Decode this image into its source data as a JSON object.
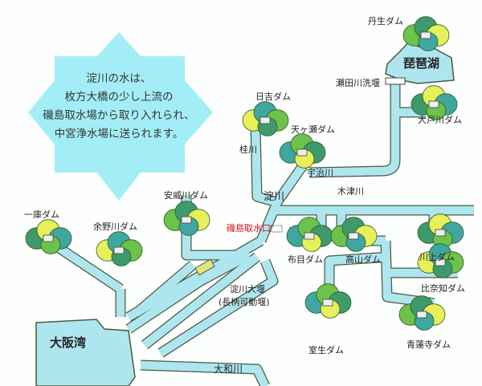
{
  "message": {
    "lines": [
      "淀川の水は、",
      "枚方大橋の少し上流の",
      "磯島取水場から取り入れられ、",
      "中宮浄水場に送られます。"
    ]
  },
  "colors": {
    "water": "#aee6f0",
    "star": "#a3eef6",
    "intake": "#e0101a",
    "tree_dark": "#3e9a6a",
    "tree_green": "#6cc24a",
    "tree_yellow": "#e7ef5a",
    "tree_teal": "#3fa7a0"
  },
  "labels": {
    "biwa_lake": "琵琶湖",
    "osaka_bay": "大阪湾",
    "nyu_dam": "丹生ダム",
    "seta_weir": "瀬田川洗堰",
    "daido_dam": "大戸川ダム",
    "hiyoshi_dam": "日吉ダム",
    "amagase_dam": "天ヶ瀬ダム",
    "katsura_river": "桂川",
    "uji_river": "宇治川",
    "kizu_river": "木津川",
    "yodo_river": "淀川",
    "ai_dam": "安威川ダム",
    "hitokura_dam": "一庫ダム",
    "yono_dam": "余野川ダム",
    "isoshima_intake": "磯島取水口",
    "nunome_dam": "布目ダム",
    "takayama_dam": "高山ダム",
    "kawakami_dam": "川上ダム",
    "hinachi_dam": "比奈知ダム",
    "yodo_weir": "淀川大堰",
    "nagara_weir": "(長柄可動堰)",
    "muro_dam": "室生ダム",
    "shorenji_dam": "青蓮寺ダム",
    "yamato_river": "大和川"
  }
}
